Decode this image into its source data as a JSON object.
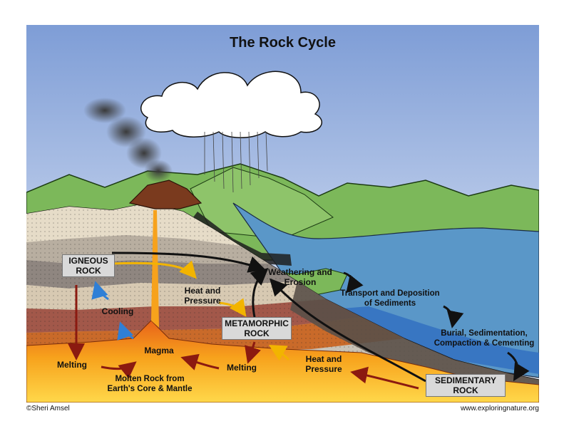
{
  "title": "The Rock Cycle",
  "labels": {
    "igneous": "IGNEOUS ROCK",
    "metamorphic": "METAMORPHIC ROCK",
    "sedimentary": "SEDIMENTARY ROCK",
    "weathering": "Weathering and Erosion",
    "transport": "Transport and Deposition of Sediments",
    "burial": "Burial, Sedimentation, Compaction & Cementing",
    "heat_pressure_1": "Heat and Pressure",
    "heat_pressure_2": "Heat and Pressure",
    "cooling": "Cooling",
    "magma": "Magma",
    "melting_1": "Melting",
    "melting_2": "Melting",
    "molten": "Molten Rock from Earth's Core & Mantle"
  },
  "footer": {
    "copyright": "©Sheri Amsel",
    "website": "www.exploringnature.org"
  },
  "colors": {
    "sky": "#8aa8db",
    "water": "#5a97c8",
    "grass": "#7cb85a",
    "magma": "#f5a21c",
    "arrow_red": "#8b1a10",
    "arrow_yellow": "#f2b400",
    "arrow_blue": "#2f7fd6"
  }
}
